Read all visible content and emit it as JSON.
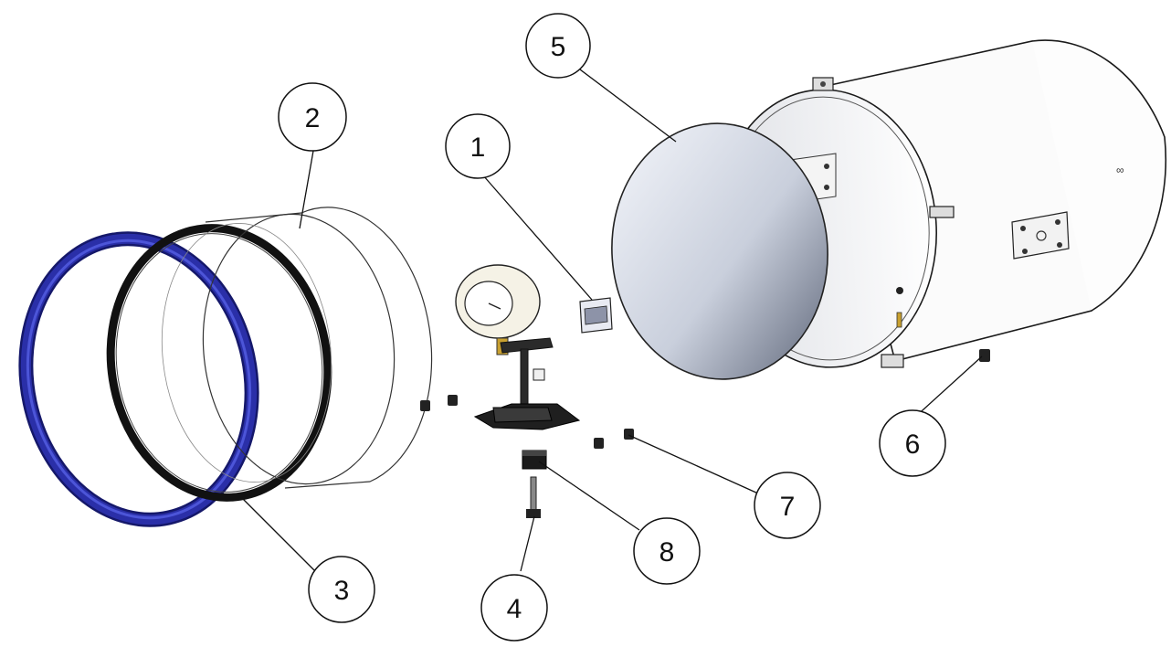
{
  "diagram": {
    "type": "exploded-assembly",
    "colors": {
      "ring_blue": "#2a2fa8",
      "ring_black": "#111111",
      "housing": "#fbfbfb",
      "outline": "#1a1a1a",
      "brass": "#c8a030"
    },
    "balloons": {
      "b1": "1",
      "b2": "2",
      "b3": "3",
      "b4": "4",
      "b5": "5",
      "b6": "6",
      "b7": "7",
      "b8": "8"
    }
  }
}
